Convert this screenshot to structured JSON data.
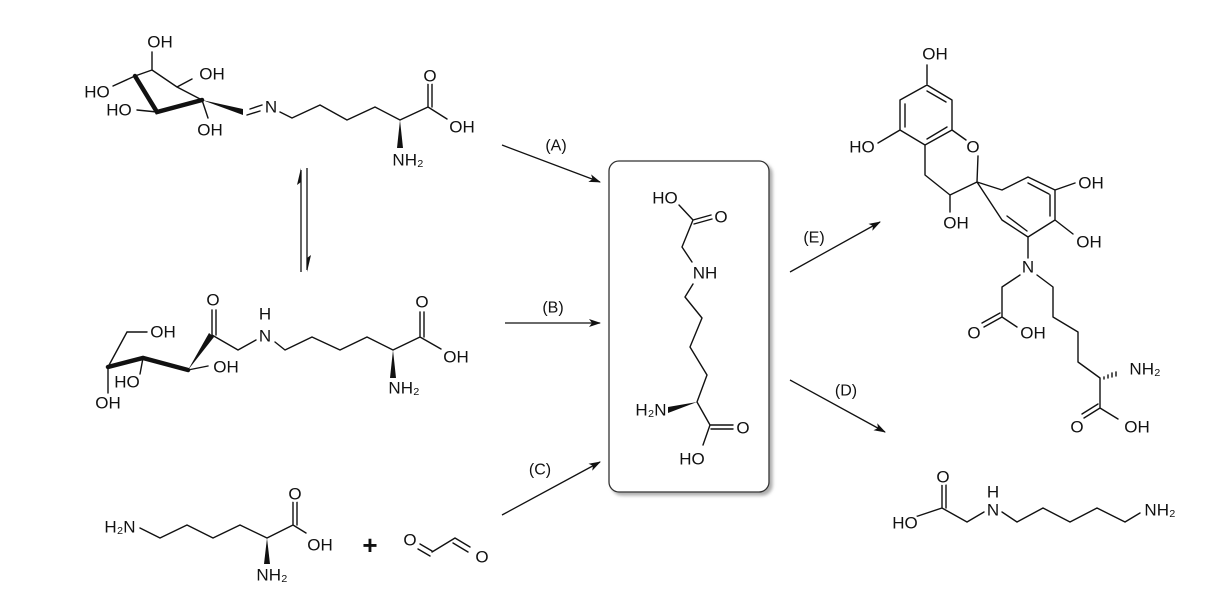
{
  "molecules": [
    {
      "name": "schiff-base",
      "labels": [
        "OH",
        "OH",
        "HO",
        "HO",
        "OH",
        "N",
        "O",
        "OH",
        "NH₂"
      ]
    },
    {
      "name": "amadori-product",
      "labels": [
        "OH",
        "O",
        "H",
        "N",
        "OH",
        "HO",
        "OH",
        "O",
        "OH",
        "NH₂"
      ]
    },
    {
      "name": "lysine-plus-glyoxal",
      "labels": [
        "H₂N",
        "O",
        "OH",
        "NH₂",
        "+",
        "O",
        "O"
      ]
    },
    {
      "name": "carboxymethyllysine",
      "labels": [
        "HO",
        "O",
        "NH",
        "H₂N",
        "O",
        "HO"
      ]
    },
    {
      "name": "epicatechin-adduct",
      "labels": [
        "OH",
        "HO",
        "O",
        "OH",
        "OH",
        "OH",
        "N",
        "O",
        "OH",
        "NH₂",
        "O",
        "OH"
      ]
    },
    {
      "name": "decarboxylated-product",
      "labels": [
        "O",
        "H",
        "HO",
        "N",
        "NH₂"
      ]
    }
  ],
  "arrows": {
    "A": "(A)",
    "B": "(B)",
    "C": "(C)",
    "D": "(D)",
    "E": "(E)"
  }
}
